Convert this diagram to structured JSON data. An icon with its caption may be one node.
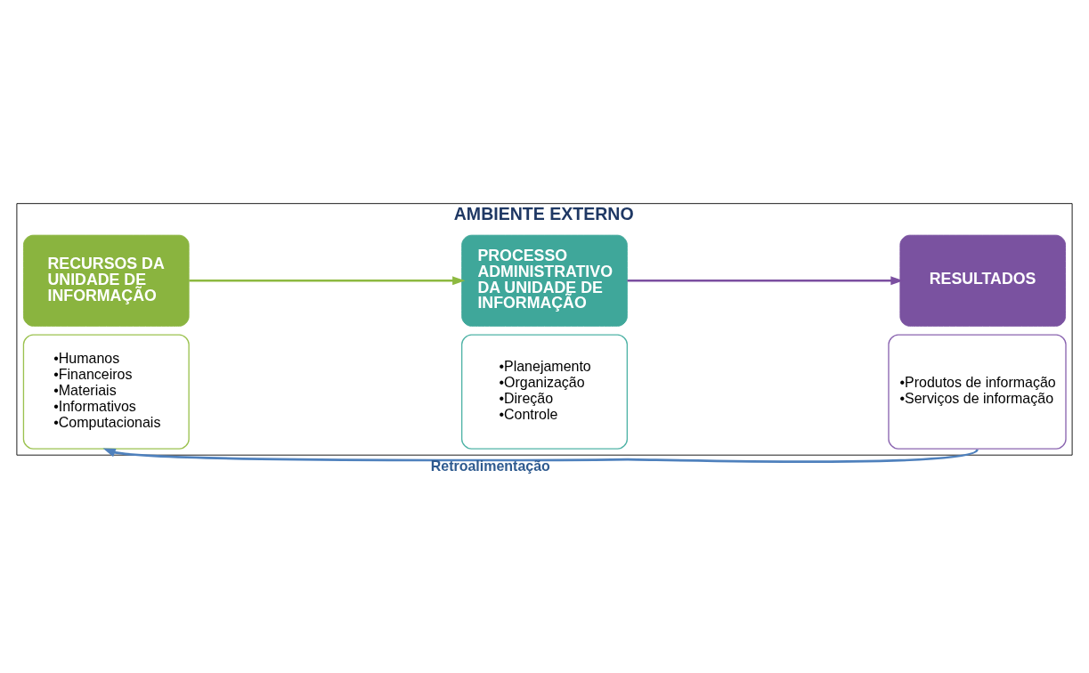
{
  "diagram": {
    "nodes": [
      {
        "text": [
          "AMBIENTE EXTERNO"
        ]
      },
      {
        "text": [
          "RECURSOS DA UNIDADE DE INFORMAÇÃO"
        ],
        "in": 0
      },
      {
        "text": [
          "•Humanos",
          "•Financeiros",
          "•Materiais",
          "•Informativos",
          "•Computacionais"
        ],
        "in": 0
      },
      {
        "text": [
          "PROCESSO ADMINISTRATIVO",
          "DA UNIDADE DE INFORMAÇÃO"
        ],
        "in": 0
      },
      {
        "text": [
          "•Planejamento",
          "•Organização",
          "•Direção",
          "•Controle"
        ],
        "in": 0
      },
      {
        "text": [
          "RESULTADOS"
        ],
        "in": 0
      },
      {
        "text": [
          "•Produtos de informação",
          "•Serviços de informação"
        ],
        "in": 0
      }
    ],
    "edges": [
      {
        "from": 1,
        "to": 3,
        "arrow": "to",
        "color": "#8db940"
      },
      {
        "from": 3,
        "to": 5,
        "arrow": "to",
        "color": "#7b4fa0"
      },
      {
        "from": 6,
        "to": 2,
        "arrow": "to",
        "label": "Retroalimentação",
        "color": "#4f81bd"
      }
    ]
  }
}
